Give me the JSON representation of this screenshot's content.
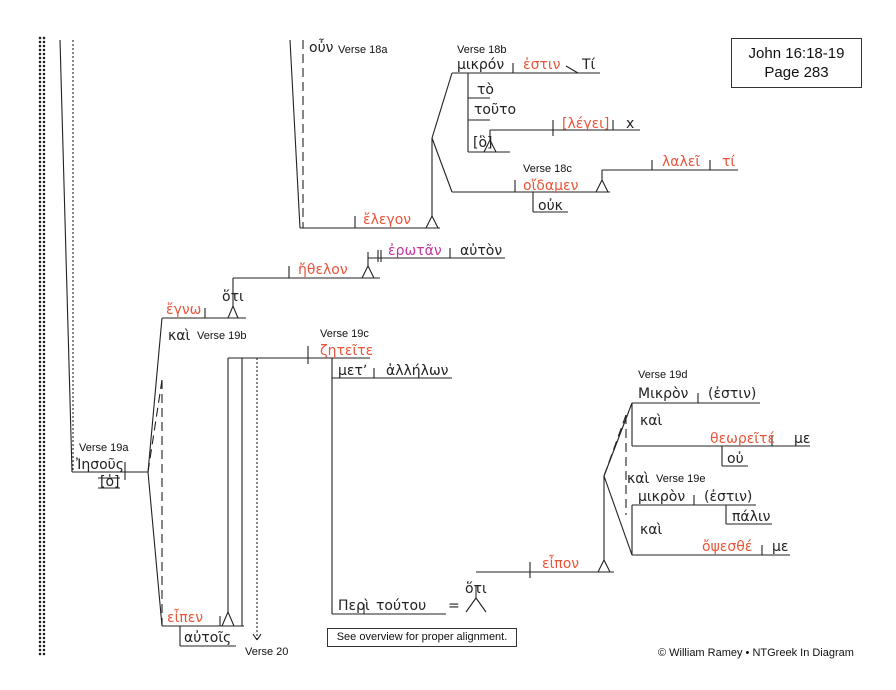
{
  "reference": {
    "line1": "John 16:18-19",
    "line2": "Page 283"
  },
  "note": "See overview for proper alignment.",
  "credit": "© William Ramey • NTGreek In Diagram",
  "colors": {
    "verb": "#e8553a",
    "infinitive": "#c0389a",
    "line": "#222222"
  },
  "verses": {
    "v18a": "Verse 18a",
    "v18b": "Verse 18b",
    "v18c": "Verse 18c",
    "v19a": "Verse 19a",
    "v19b": "Verse 19b",
    "v19c": "Verse 19c",
    "v19d": "Verse 19d",
    "v19e": "Verse 19e",
    "v20": "Verse 20"
  },
  "words": {
    "oun": "οὖν",
    "elegon": "ἔλεγον",
    "mikron_18b": "μικρόν",
    "estin_18b": "ἐστιν",
    "ti_18b": "Τί",
    "to": "τὸ",
    "touto_18b": "τοῦτο",
    "ho_18b": "[ὃ]",
    "legei": "[λέγει]",
    "x": "x",
    "oidamen": "οἴδαμεν",
    "ouk": "οὐκ",
    "lalei": "λαλεῖ",
    "ti_18c": "τί",
    "egno": "ἔγνω",
    "hoti_19a": "ὅτι",
    "ethelon": "ἤθελον",
    "erotan": "ἐρωτᾶν",
    "auton": "αὐτὸν",
    "kai_19b": "καὶ",
    "iesous": "Ἰησοῦς",
    "ho_19a": "[ὁ]",
    "eipen": "εἶπεν",
    "autois": "αὐτοῖς",
    "zeteite": "ζητεῖτε",
    "met": "μετʼ",
    "allelon": "ἀλλήλων",
    "peri": "Περὶ",
    "toutou": "τούτου",
    "equals": "=",
    "hoti_19c": "ὅτι",
    "eipon": "εἶπον",
    "mikron_19d": "Μικρὸν",
    "estin_19d": "(ἐστιν)",
    "kai_19d1": "καὶ",
    "theoreite": "θεωρεῖτέ",
    "me_19d": "με",
    "ou": "οὐ",
    "kai_19e0": "καὶ",
    "mikron_19e": "μικρὸν",
    "estin_19e": "(ἐστιν)",
    "palin": "πάλιν",
    "kai_19e1": "καὶ",
    "opsesthe": "ὄψεσθέ",
    "me_19e": "με"
  }
}
